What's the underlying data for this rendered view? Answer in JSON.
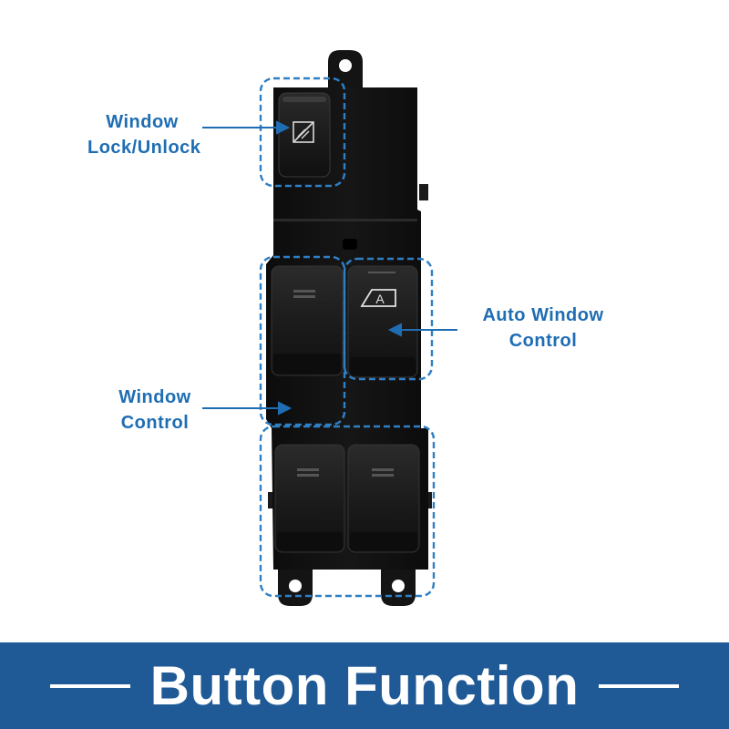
{
  "callouts": {
    "lock": {
      "line1": "Window",
      "line2": "Lock/Unlock"
    },
    "auto": {
      "line1": "Auto Window",
      "line2": "Control"
    },
    "window": {
      "line1": "Window",
      "line2": "Control"
    }
  },
  "auto_button_glyph": "A",
  "banner": {
    "title": "Button Function"
  },
  "colors": {
    "accent": "#1f6db3",
    "banner": "#1f5a96",
    "dashed_outline": "#2f7fc4",
    "switch_body": "#111111"
  }
}
